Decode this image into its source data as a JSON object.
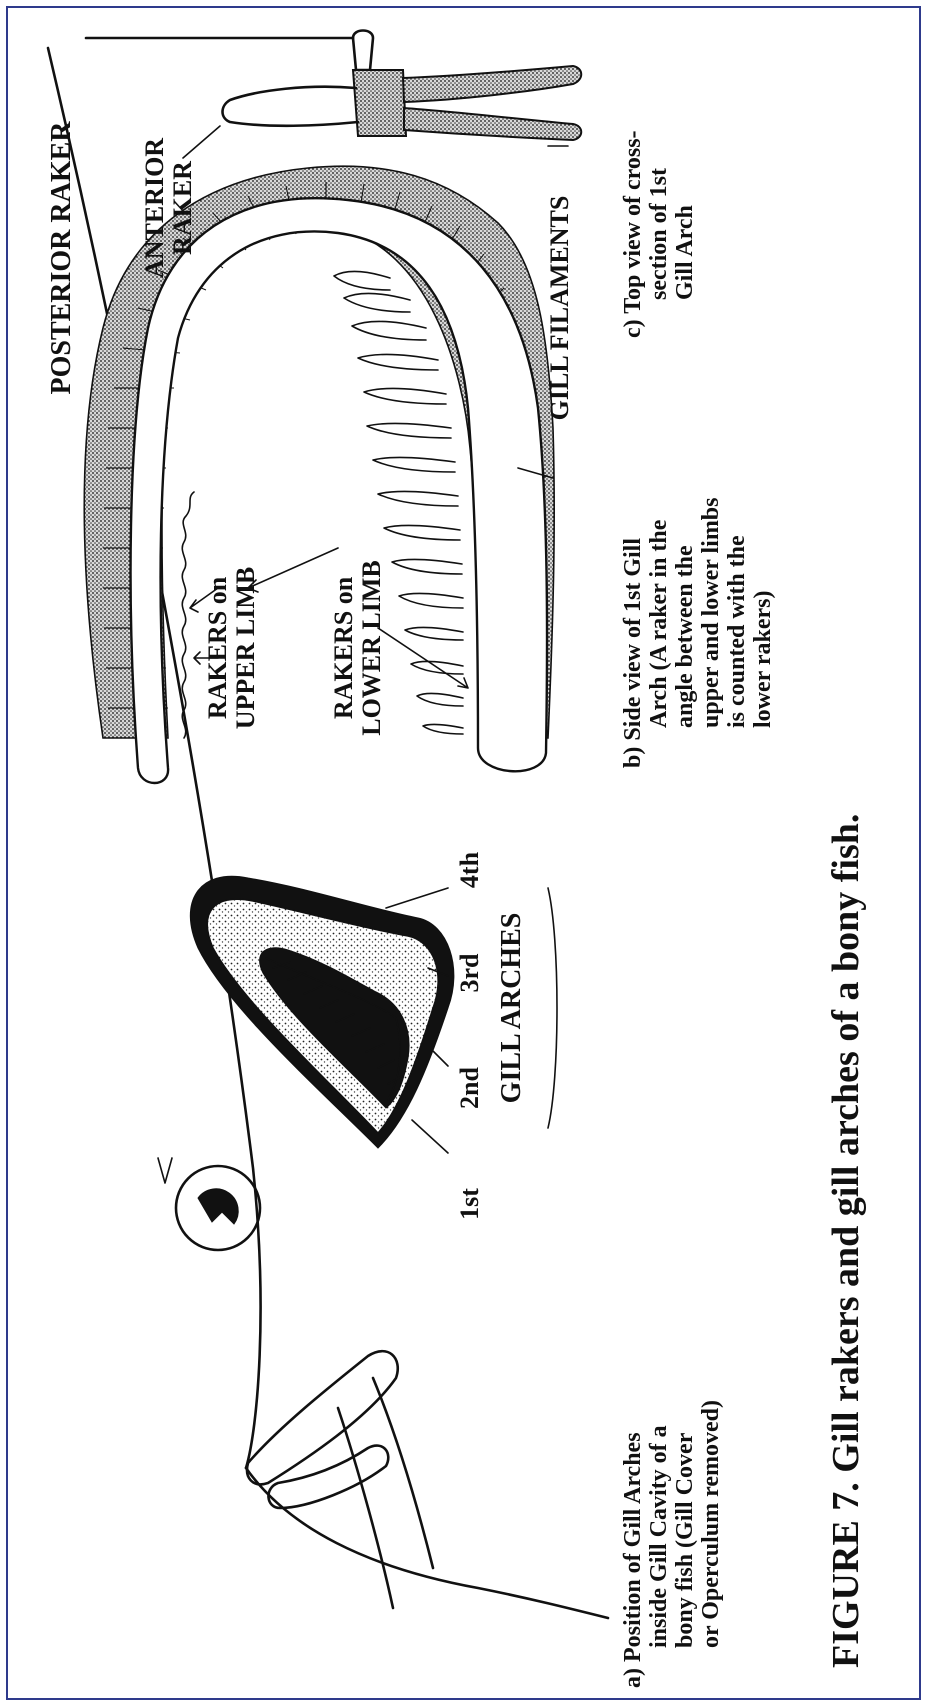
{
  "figure": {
    "title": "FIGURE 7.   Gill rakers and gill arches of a bony fish."
  },
  "panel_a": {
    "caption": [
      "a)  Position of Gill Arches",
      "inside Gill Cavity of a",
      "bony fish (Gill Cover",
      "or Operculum removed)"
    ],
    "gill_arches_label": "GILL  ARCHES",
    "arch_labels": [
      "1st",
      "2nd",
      "3rd",
      "4th"
    ]
  },
  "panel_b": {
    "caption": [
      "b)  Side view of 1st Gill",
      "Arch (A raker in the",
      "angle between the",
      "upper and lower limbs",
      "is counted with the",
      "lower rakers)"
    ],
    "upper_limb_label": [
      "RAKERS on",
      "UPPER  LIMB"
    ],
    "lower_limb_label": [
      "RAKERS on",
      "LOWER  LIMB"
    ],
    "gill_filaments_label": "GILL  FILAMENTS"
  },
  "panel_c": {
    "caption": [
      "c)  Top view of cross-",
      "section of 1st",
      "Gill Arch"
    ],
    "posterior_raker_label": "POSTERIOR  RAKER",
    "anterior_raker_label": [
      "ANTERIOR",
      "RAKER"
    ]
  },
  "colors": {
    "frame": "#2e3a8c",
    "ink": "#111111"
  }
}
